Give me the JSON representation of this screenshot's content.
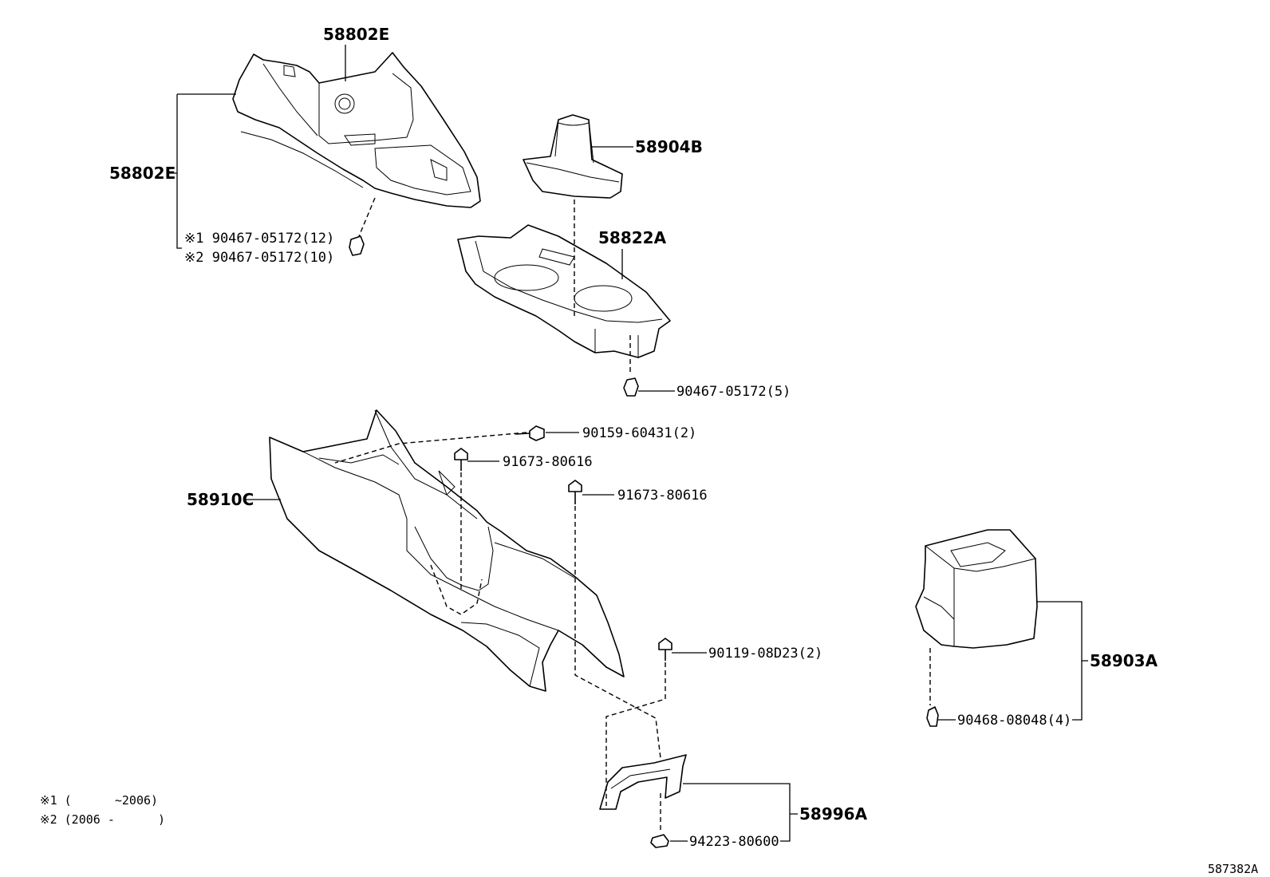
{
  "diagram_id": "587382A",
  "labels": {
    "p58802E_top": "58802E",
    "p58802E_left": "58802E",
    "clip1": "※1 90467-05172(12)",
    "clip2": "※2 90467-05172(10)",
    "p58904B": "58904B",
    "p58822A": "58822A",
    "clip5": "90467-05172(5)",
    "bolt_90159": "90159-60431(2)",
    "bolt_91673_a": "91673-80616",
    "bolt_91673_b": "91673-80616",
    "p58910C": "58910C",
    "p58903A": "58903A",
    "clip_90468": "90468-08048(4)",
    "bolt_90119": "90119-08D23(2)",
    "p58996A": "58996A",
    "nut_94223": "94223-80600"
  },
  "notes": {
    "note1": "※1 (      ~2006)",
    "note2": "※2 (2006 -      )"
  }
}
